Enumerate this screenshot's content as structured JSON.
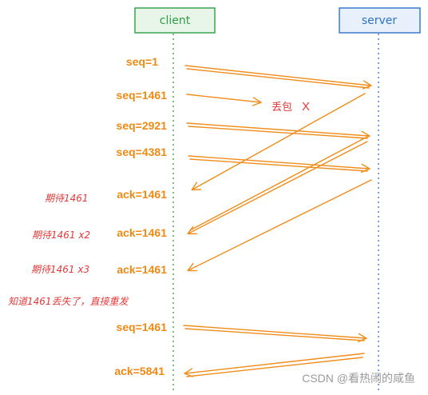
{
  "colors": {
    "client": "#2e9e44",
    "client_fill": "#e8f6ea",
    "server": "#2f73c8",
    "server_fill": "#e7f0fb",
    "arrow": "#f08c1a",
    "label": "#ee8a14",
    "note": "#e23a3a",
    "watermark": "#9a9a9a"
  },
  "actors": {
    "client": "client",
    "server": "server"
  },
  "messages": [
    "seq=1",
    "seq=1461",
    "seq=2921",
    "seq=4381",
    "ack=1461",
    "ack=1461",
    "ack=1461",
    "seq=1461",
    "ack=5841"
  ],
  "lost_note": "丢包",
  "lost_mark": "X",
  "notes": [
    "期待1461",
    "期待1461 x2",
    "期待1461 x3",
    "知道1461丢失了，直接重发"
  ],
  "watermark": "CSDN @看热闹的咸鱼"
}
